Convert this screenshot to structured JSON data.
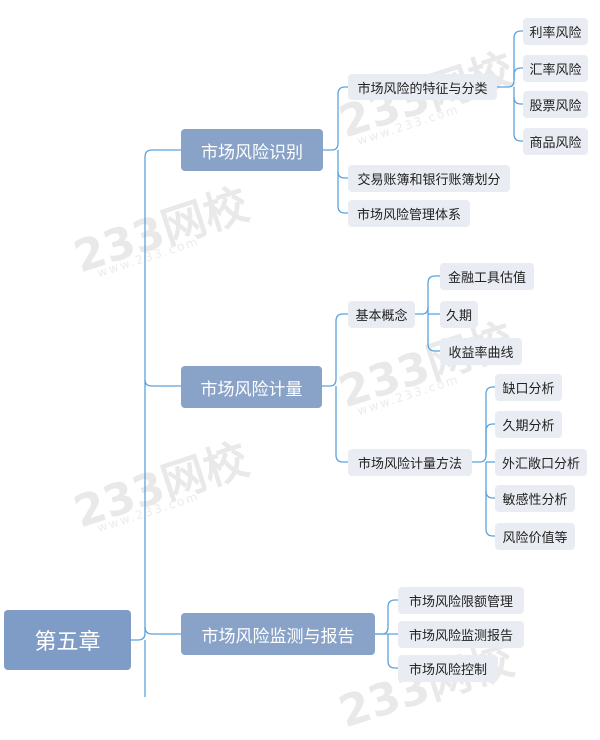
{
  "watermark": {
    "brand": "233网校",
    "url": "www.233.com"
  },
  "root": "第五章",
  "branches": {
    "identify": {
      "label": "市场风险识别",
      "char_class": "市场风险的特征与分类",
      "char_children": [
        "利率风险",
        "汇率风险",
        "股票风险",
        "商品风险"
      ],
      "books": "交易账簿和银行账簿划分",
      "framework": "市场风险管理体系"
    },
    "measure": {
      "label": "市场风险计量",
      "basic": "基本概念",
      "basic_children": [
        "金融工具估值",
        "久期",
        "收益率曲线"
      ],
      "methods": "市场风险计量方法",
      "method_children": [
        "缺口分析",
        "久期分析",
        "外汇敞口分析",
        "敏感性分析",
        "风险价值等"
      ]
    },
    "monitor": {
      "label": "市场风险监测与报告",
      "children": [
        "市场风险限额管理",
        "市场风险监测报告",
        "市场风险控制"
      ]
    }
  },
  "colors": {
    "line": "#5aa3dd",
    "root": "#7f9cc6",
    "main": "#89a2c8",
    "leaf": "#e9ecf2"
  }
}
